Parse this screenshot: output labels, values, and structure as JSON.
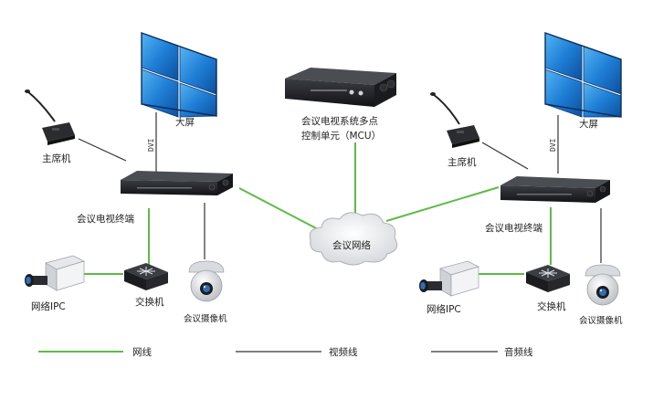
{
  "labels": {
    "screen": "大屏",
    "chairman_mic": "主席机",
    "terminal": "会议电视终端",
    "mcu": "会议电视系统多点",
    "mcu_line2": "控制单元（MCU）",
    "network": "会议网络",
    "ipc": "网络IPC",
    "switch": "交换机",
    "camera": "会议摄像机",
    "dvi": "DVI"
  },
  "legend": [
    {
      "label": "网线",
      "color": "#5dbb47"
    },
    {
      "label": "视频线",
      "color": "#333333"
    },
    {
      "label": "音频线",
      "color": "#333333"
    }
  ],
  "colors": {
    "network_cable": "#5dbb47",
    "video_cable": "#333333",
    "screen_blue": "#1f7fd6",
    "device_dark": "#1b1c1f",
    "cloud_fill": "#e8eaed"
  }
}
